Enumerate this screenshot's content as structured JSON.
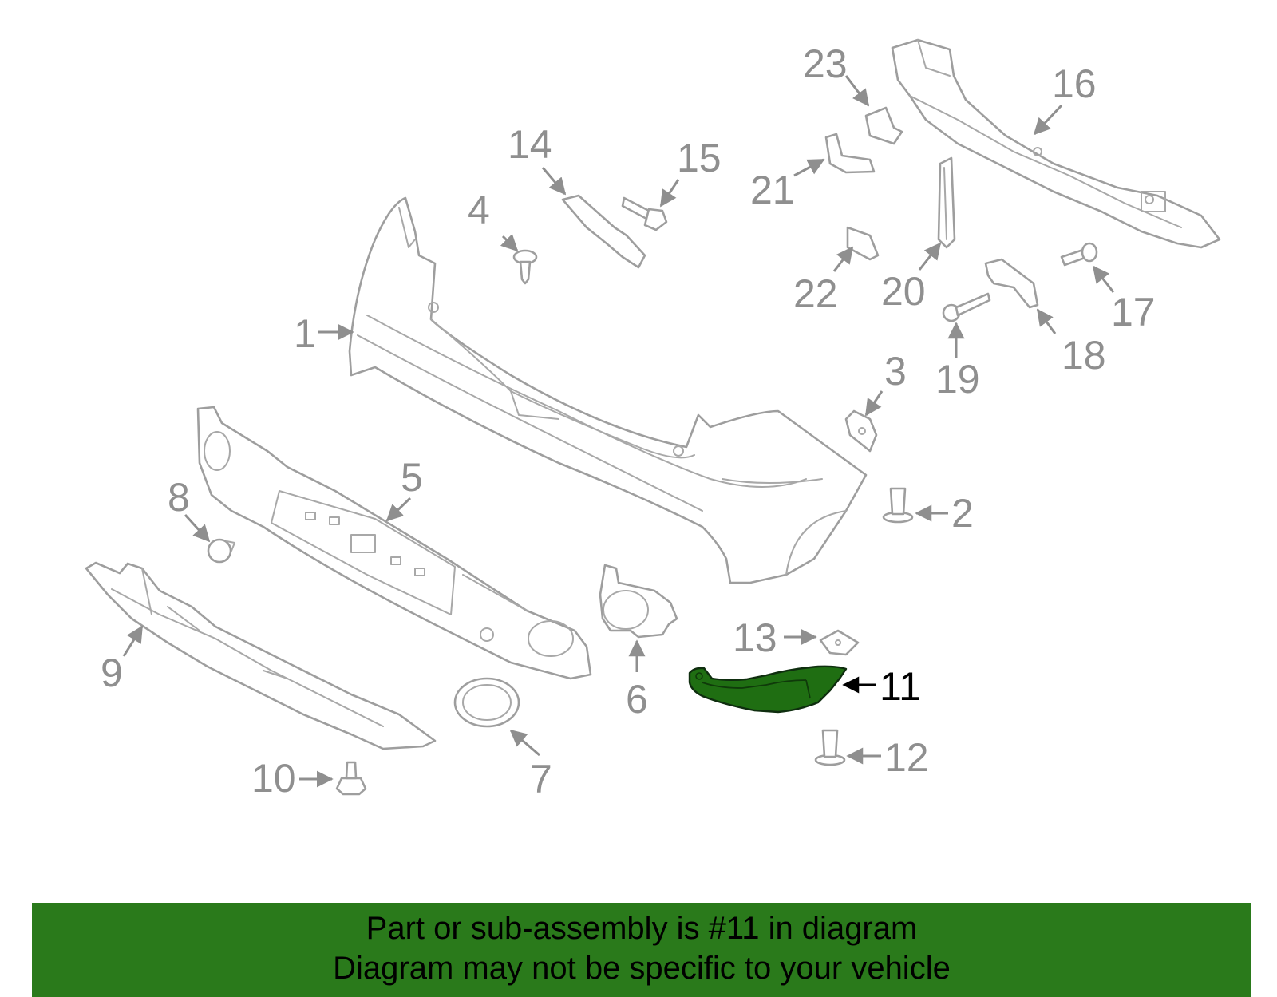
{
  "highlight": {
    "part_number": "11",
    "color": "#1f6e12",
    "banner_color": "#2a7a1b"
  },
  "callouts": {
    "c1": "1",
    "c2": "2",
    "c3": "3",
    "c4": "4",
    "c5": "5",
    "c6": "6",
    "c7": "7",
    "c8": "8",
    "c9": "9",
    "c10": "10",
    "c11": "11",
    "c12": "12",
    "c13": "13",
    "c14": "14",
    "c15": "15",
    "c16": "16",
    "c17": "17",
    "c18": "18",
    "c19": "19",
    "c20": "20",
    "c21": "21",
    "c22": "22",
    "c23": "23"
  },
  "banner": {
    "line1": "Part or sub-assembly is #11 in diagram",
    "line2": "Diagram may not be specific to your vehicle"
  }
}
